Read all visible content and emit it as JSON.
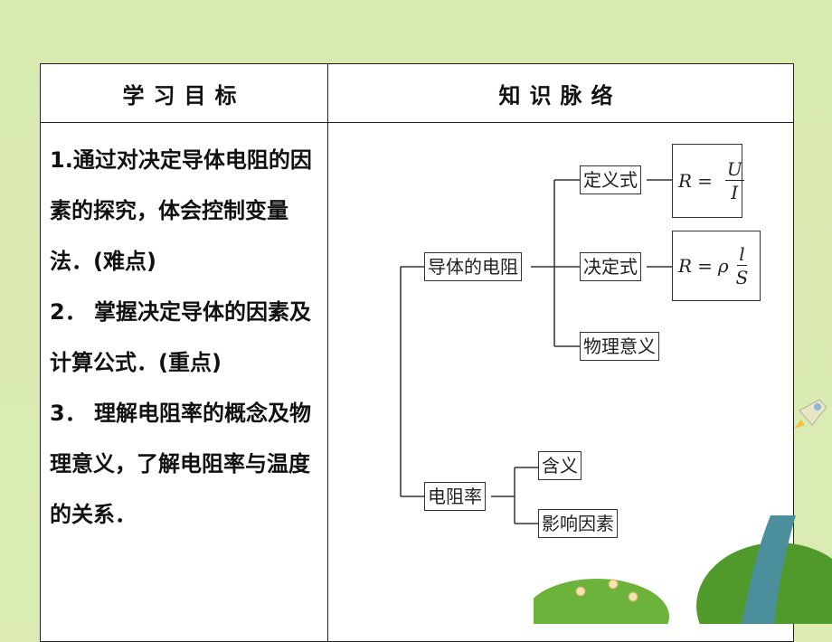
{
  "table": {
    "header_left": "学习目标",
    "header_right": "知识脉络",
    "goals": [
      "1.通过对决定导体电阻的因素的探究，体会控制变量法．(难点)",
      "2． 掌握决定导体的因素及计算公式．(重点)",
      "3． 理解电阻率的概念及物理意义，了解电阻率与温度的关系．"
    ]
  },
  "diagram": {
    "root1": "导体的电阻",
    "def_formula_label": "定义式",
    "det_formula_label": "决定式",
    "physical_meaning": "物理意义",
    "formula1": {
      "lhs": "R",
      "eq": "=",
      "num": "U",
      "den": "I"
    },
    "formula2": {
      "lhs": "R",
      "eq": "=",
      "rho": "ρ",
      "num": "l",
      "den": "S"
    },
    "root2": "电阻率",
    "meaning": "含义",
    "factors": "影响因素"
  },
  "colors": {
    "background": "#dcecb3",
    "border": "#222222",
    "tree_green": "#4f9a2b"
  }
}
